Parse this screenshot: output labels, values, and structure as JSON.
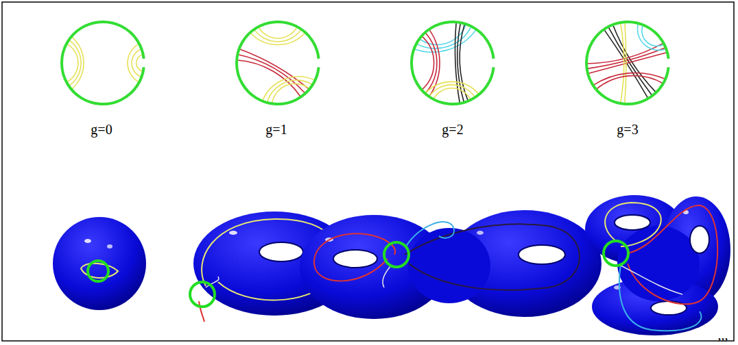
{
  "diagram": {
    "labels": [
      "g=0",
      "g=1",
      "g=2",
      "g=3",
      ",,,"
    ]
  }
}
